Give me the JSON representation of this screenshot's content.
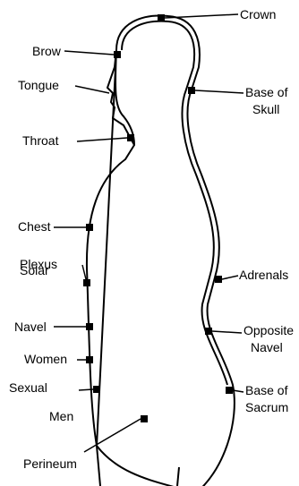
{
  "colors": {
    "background": "#ffffff",
    "ink": "#000000"
  },
  "labels": {
    "crown": "Crown",
    "brow": "Brow",
    "tongue": "Tongue",
    "throat": "Throat",
    "base_of_skull": [
      "Base of",
      "Skull"
    ],
    "chest": "Chest",
    "solar_plexus": [
      "Solar",
      "Plexus"
    ],
    "adrenals": "Adrenals",
    "navel": "Navel",
    "opposite_navel": [
      "Opposite",
      "Navel"
    ],
    "women": "Women",
    "sexual": "Sexual",
    "men": "Men",
    "base_of_sacrum": [
      "Base of",
      "Sacrum"
    ],
    "perineum": "Perineum"
  }
}
